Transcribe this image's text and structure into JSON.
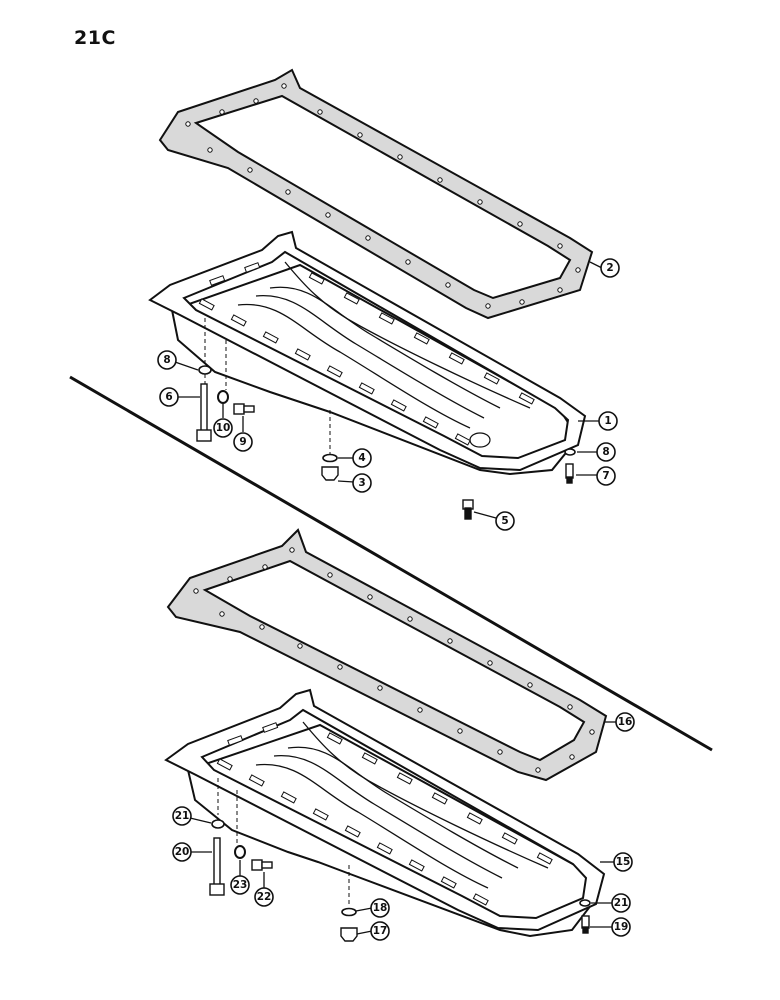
{
  "page_number": "21C",
  "upper_assembly": {
    "callouts": [
      {
        "id": "oil-pan",
        "label": "1"
      },
      {
        "id": "gasket",
        "label": "2"
      },
      {
        "id": "drain-plug",
        "label": "3"
      },
      {
        "id": "drain-plug-washer",
        "label": "4"
      },
      {
        "id": "bolt",
        "label": "5"
      },
      {
        "id": "long-bolt",
        "label": "6"
      },
      {
        "id": "stud-bolt",
        "label": "7"
      },
      {
        "id": "washer-left",
        "label": "8"
      },
      {
        "id": "washer-right",
        "label": "8"
      },
      {
        "id": "short-bolt",
        "label": "9"
      },
      {
        "id": "lock-washer",
        "label": "10"
      }
    ]
  },
  "lower_assembly": {
    "callouts": [
      {
        "id": "oil-pan",
        "label": "15"
      },
      {
        "id": "gasket",
        "label": "16"
      },
      {
        "id": "drain-plug",
        "label": "17"
      },
      {
        "id": "drain-plug-washer",
        "label": "18"
      },
      {
        "id": "stud-bolt",
        "label": "19"
      },
      {
        "id": "long-bolt",
        "label": "20"
      },
      {
        "id": "washer-left",
        "label": "21"
      },
      {
        "id": "washer-right",
        "label": "21"
      },
      {
        "id": "short-bolt",
        "label": "22"
      },
      {
        "id": "lock-washer",
        "label": "23"
      }
    ]
  }
}
